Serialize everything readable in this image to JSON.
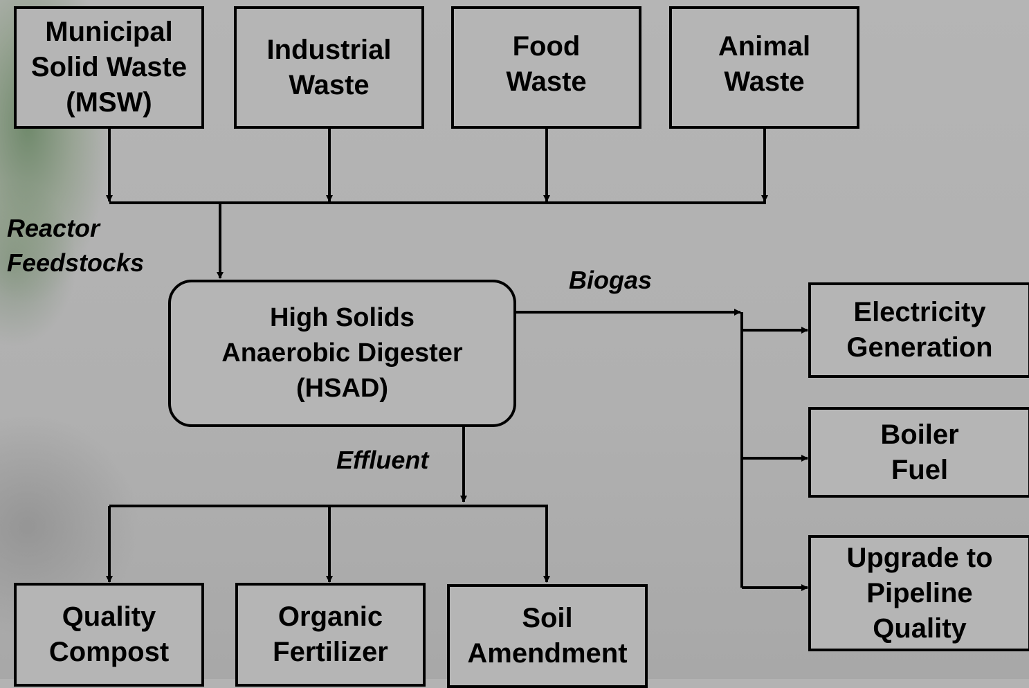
{
  "feedstocks": {
    "msw": "Municipal\nSolid Waste\n(MSW)",
    "industrial": "Industrial\nWaste",
    "food": "Food\nWaste",
    "animal": "Animal\nWaste",
    "label": "Reactor\n Feedstocks"
  },
  "digester": {
    "label": "High Solids\nAnaerobic Digester\n(HSAD)"
  },
  "biogas": {
    "label": "Biogas",
    "uses": {
      "electricity": "Electricity\nGeneration",
      "boiler": "Boiler\nFuel",
      "pipeline": "Upgrade to\nPipeline\nQuality"
    }
  },
  "effluent": {
    "label": "Effluent",
    "uses": {
      "compost": "Quality\nCompost",
      "fertilizer": "Organic\nFertilizer",
      "soil": "Soil\nAmendment"
    }
  },
  "colors": {
    "background": "#b3b3b3",
    "line": "#000000"
  }
}
